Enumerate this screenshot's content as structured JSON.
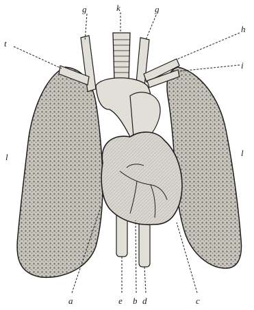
{
  "labels": {
    "a": "a",
    "b": "b",
    "c": "c",
    "d": "d",
    "e": "e",
    "g_left": "g",
    "g_right": "g",
    "h": "h",
    "i": "i",
    "k": "k",
    "l_left": "l",
    "l_right": "l",
    "t": "t"
  },
  "colors": {
    "ink": "#1e1e1e",
    "lung_fill": "#c9c6c0",
    "lung_texture": "#6d6a64",
    "heart_fill": "#d9d6d0",
    "vessel_fill": "#e2dfd9",
    "background": "#ffffff"
  }
}
